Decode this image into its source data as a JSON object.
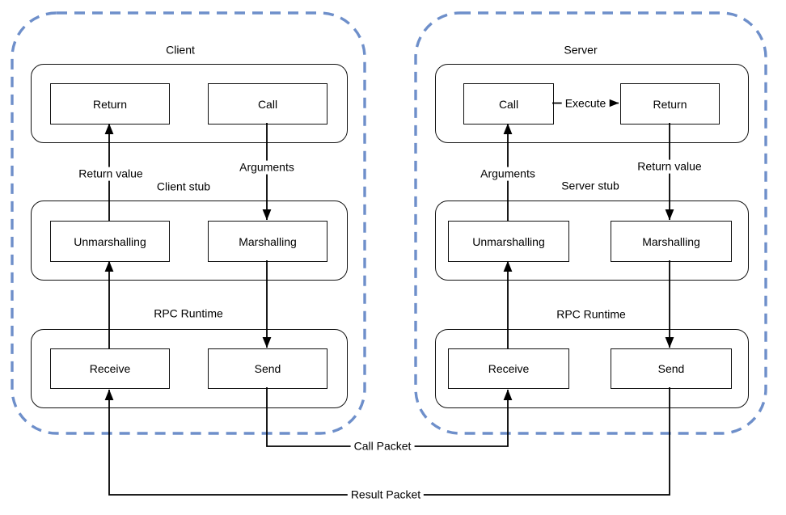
{
  "client": {
    "title": "Client",
    "stub_label": "Client stub",
    "runtime_label": "RPC Runtime",
    "boxes": {
      "return": "Return",
      "call": "Call",
      "unmarshalling": "Unmarshalling",
      "marshalling": "Marshalling",
      "receive": "Receive",
      "send": "Send"
    },
    "edge_labels": {
      "return_value": "Return value",
      "arguments": "Arguments"
    }
  },
  "server": {
    "title": "Server",
    "stub_label": "Server stub",
    "runtime_label": "RPC Runtime",
    "boxes": {
      "call": "Call",
      "return": "Return",
      "unmarshalling": "Unmarshalling",
      "marshalling": "Marshalling",
      "receive": "Receive",
      "send": "Send"
    },
    "edge_labels": {
      "arguments": "Arguments",
      "return_value": "Return value",
      "execute": "Execute"
    }
  },
  "packets": {
    "call_packet": "Call Packet",
    "result_packet": "Result Packet"
  },
  "colors": {
    "boundary": "#6e8fca",
    "line": "#000000"
  }
}
